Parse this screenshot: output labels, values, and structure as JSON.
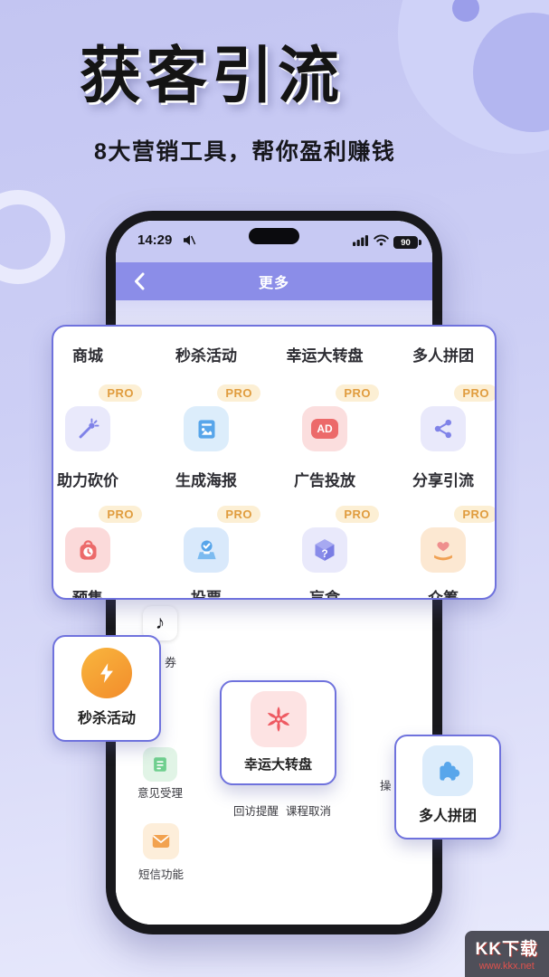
{
  "hero": {
    "title": "获客引流",
    "subtitle": "8大营销工具，帮你盈利赚钱"
  },
  "status_bar": {
    "time": "14:29",
    "battery_level": "90"
  },
  "nav": {
    "title": "更多"
  },
  "panel": {
    "pro_label": "PRO",
    "ad_text": "AD",
    "question_mark": "?",
    "columns": [
      {
        "top_label": "商城",
        "mid_label": "助力砍价",
        "bottom_label": "预售"
      },
      {
        "top_label": "秒杀活动",
        "mid_label": "生成海报",
        "bottom_label": "投票"
      },
      {
        "top_label": "幸运大转盘",
        "mid_label": "广告投放",
        "bottom_label": "盲盒"
      },
      {
        "top_label": "多人拼团",
        "mid_label": "分享引流",
        "bottom_label": "众筹"
      }
    ]
  },
  "screen_items": {
    "music_note": "♪",
    "coupon_fragment": "券",
    "feedback_label": "意见受理",
    "callback_label": "回访提醒",
    "cancel_label": "课程取消",
    "log_fragment": "操",
    "sms_label": "短信功能"
  },
  "callouts": {
    "seckill": "秒杀活动",
    "wheel": "幸运大转盘",
    "group": "多人拼团"
  },
  "watermark": {
    "title": "KK下载",
    "url": "www.kkx.net"
  },
  "colors": {
    "accent_purple": "#8b8de8",
    "panel_border": "#6f72dd",
    "pro_bg": "#fcefd4",
    "pro_text": "#e09c3e",
    "icon_red": "#ec6a6a",
    "icon_blue": "#57a5ea",
    "icon_purple": "#7f82e8",
    "icon_orange": "#f0a153"
  }
}
